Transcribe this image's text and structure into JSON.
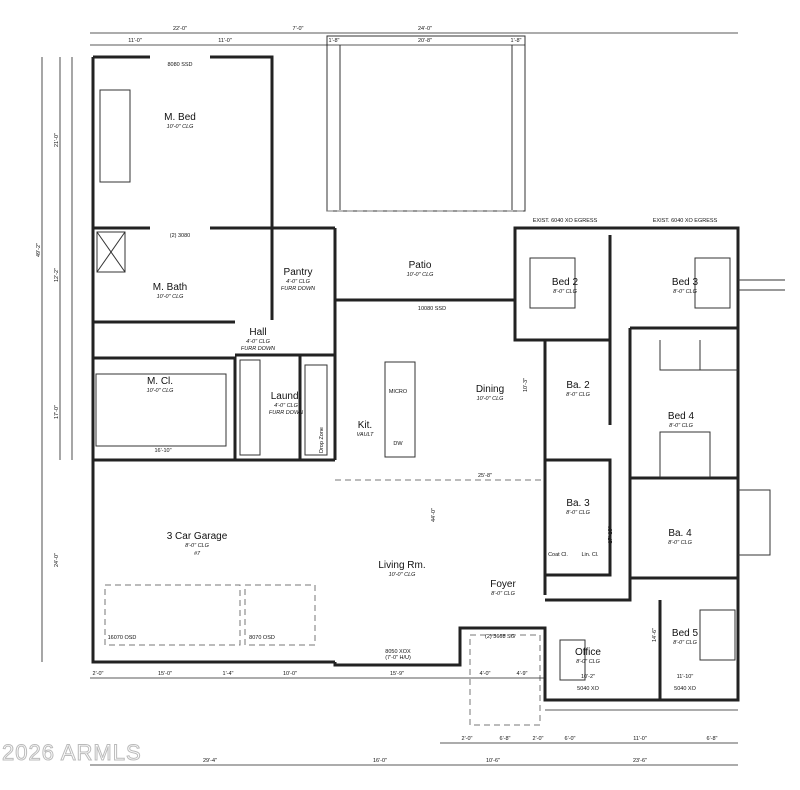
{
  "watermark": "2026 ARMLS",
  "rooms": [
    {
      "name": "M. Bed",
      "ceiling": "10'-0\" CLG"
    },
    {
      "name": "M. Bath",
      "ceiling": "10'-0\" CLG"
    },
    {
      "name": "Pantry",
      "ceiling": "4'-0\" CLG",
      "note": "FURR DOWN"
    },
    {
      "name": "Patio",
      "ceiling": "10'-0\" CLG"
    },
    {
      "name": "Bed 2",
      "ceiling": "8'-0\" CLG"
    },
    {
      "name": "Bed 3",
      "ceiling": "8'-0\" CLG"
    },
    {
      "name": "Hall",
      "ceiling": "4'-0\" CLG",
      "note": "FURR DOWN"
    },
    {
      "name": "M. Cl.",
      "ceiling": "10'-0\" CLG"
    },
    {
      "name": "Laund.",
      "ceiling": "4'-0\" CLG",
      "note": "FURR DOWN"
    },
    {
      "name": "Kit.",
      "ceiling": "VAULT"
    },
    {
      "name": "Dining",
      "ceiling": "10'-0\" CLG"
    },
    {
      "name": "Ba. 2",
      "ceiling": "8'-0\" CLG"
    },
    {
      "name": "Bed 4",
      "ceiling": "8'-0\" CLG"
    },
    {
      "name": "Ba. 3",
      "ceiling": "8'-0\" CLG"
    },
    {
      "name": "Ba. 4",
      "ceiling": "8'-0\" CLG"
    },
    {
      "name": "3 Car Garage",
      "ceiling": "8'-0\" CLG",
      "note": "#7"
    },
    {
      "name": "Living Rm.",
      "ceiling": "10'-0\" CLG"
    },
    {
      "name": "Foyer",
      "ceiling": "8'-0\" CLG"
    },
    {
      "name": "Office",
      "ceiling": "8'-0\" CLG"
    },
    {
      "name": "Bed 5",
      "ceiling": "8'-0\" CLG"
    }
  ],
  "openings": {
    "mbed_window": "8080 SSD",
    "mbath_door": "(2) 3080",
    "dining_slider": "10080 SSD",
    "living_window": "8050 XOX",
    "living_window_hu": "(7'-0\" H/U)",
    "garage_door_1": "16070 OSD",
    "garage_door_2": "8070 OSD",
    "office_window": "5040 XO",
    "bed5_window": "5040 XO",
    "bed2_window": "EXIST. 6040 XO EGRESS",
    "bed3_window": "EXIST. 6040 XO EGRESS",
    "foyer_door": "(2) 3668 SG",
    "coat_closet": "Coat Cl.",
    "linen_closet": "Lin. Cl.",
    "drop_zone": "Drop Zone",
    "micro": "MICRO",
    "dw": "DW"
  },
  "dimensions": {
    "top": [
      "22'-0\"",
      "11'-0\"",
      "11'-0\"",
      "7'-0\"",
      "24'-0\"",
      "1'-8\"",
      "20'-8\"",
      "1'-8\""
    ],
    "bottom_row1": [
      "2'-0\"",
      "15'-0\"",
      "1'-4\"",
      "10'-0\"",
      "15'-9\"",
      "4'-0\"",
      "4'-9\""
    ],
    "bottom_row2": [
      "2'-0\"",
      "6'-8\"",
      "2'-0\"",
      "6'-0\"",
      "11'-0\"",
      "6'-8\""
    ],
    "bottom_total": [
      "29'-4\"",
      "16'-0\"",
      "10'-6\"",
      "23'-6\""
    ],
    "left": [
      "49'-2\"",
      "21'-0\"",
      "12'-2\"",
      "17'-0\"",
      "24'-0\""
    ],
    "interior": [
      "25'-8\"",
      "44'-0\"",
      "16'-10\"",
      "10'-2\"",
      "11'-10\"",
      "14'-6\"",
      "17'-10\"",
      "10'-3\""
    ]
  }
}
